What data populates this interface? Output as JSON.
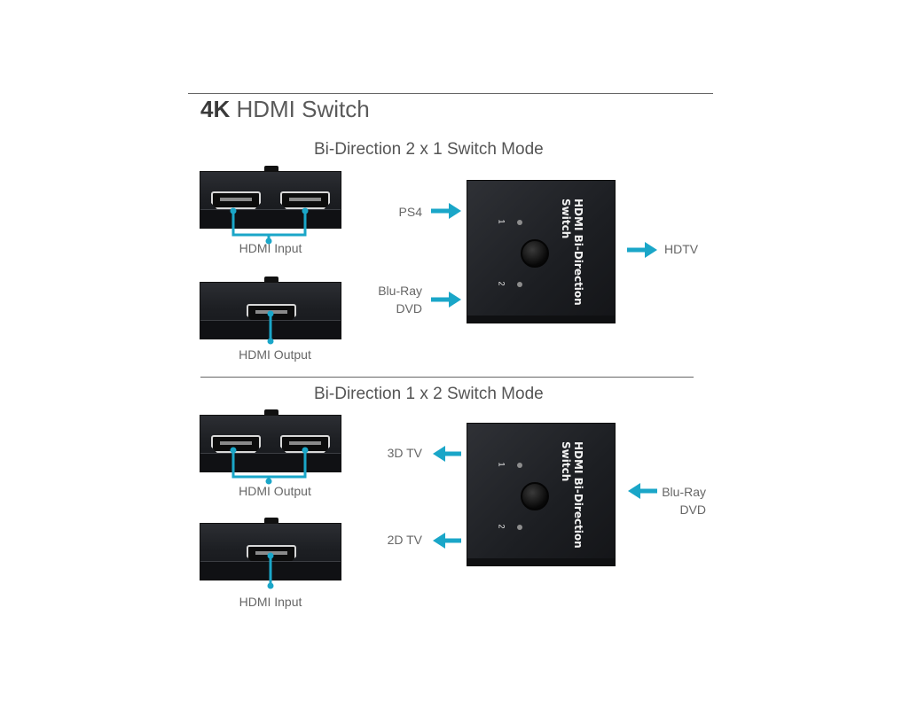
{
  "title": {
    "bold": "4K",
    "rest": " HDMI Switch"
  },
  "colors": {
    "accent": "#1aa6c8",
    "rule": "#666666",
    "device": "#1e2024"
  },
  "mode1": {
    "heading": "Bi-Direction 2 x 1 Switch Mode",
    "top_port_label": "HDMI Input",
    "bottom_port_label": "HDMI Output",
    "left_labels": [
      "PS4",
      "Blu-Ray\nDVD"
    ],
    "right_label": "HDTV",
    "device_text": "HDMI Bi-Direction\nSwitch",
    "led_1": "1",
    "led_2": "2"
  },
  "mode2": {
    "heading": "Bi-Direction 1 x 2 Switch Mode",
    "top_port_label": "HDMI Output",
    "bottom_port_label": "HDMI Input",
    "left_labels": [
      "3D TV",
      "2D TV"
    ],
    "right_label": "Blu-Ray\nDVD",
    "device_text": "HDMI Bi-Direction\nSwitch",
    "led_1": "1",
    "led_2": "2"
  }
}
